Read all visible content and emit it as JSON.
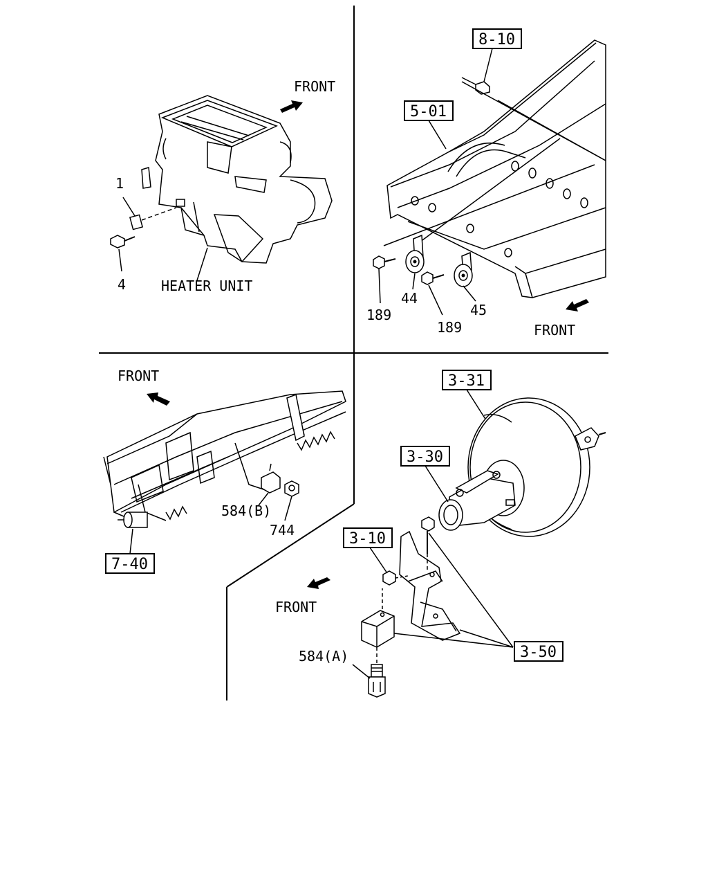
{
  "direction_label": "FRONT",
  "panels": {
    "top_left": {
      "callouts": [
        {
          "id": "callout-1",
          "text": "1"
        },
        {
          "id": "callout-4",
          "text": "4"
        }
      ],
      "component_label": "HEATER UNIT"
    },
    "top_right": {
      "refs": [
        {
          "id": "ref-8-10",
          "text": "8-10"
        },
        {
          "id": "ref-5-01",
          "text": "5-01"
        }
      ],
      "callouts": [
        {
          "id": "callout-189-a",
          "text": "189"
        },
        {
          "id": "callout-44",
          "text": "44"
        },
        {
          "id": "callout-189-b",
          "text": "189"
        },
        {
          "id": "callout-45",
          "text": "45"
        }
      ]
    },
    "bottom_left": {
      "refs": [
        {
          "id": "ref-7-40",
          "text": "7-40"
        }
      ],
      "callouts": [
        {
          "id": "callout-584b",
          "text": "584(B)"
        },
        {
          "id": "callout-744",
          "text": "744"
        }
      ]
    },
    "bottom_right": {
      "refs": [
        {
          "id": "ref-3-31",
          "text": "3-31"
        },
        {
          "id": "ref-3-30",
          "text": "3-30"
        },
        {
          "id": "ref-3-10",
          "text": "3-10"
        },
        {
          "id": "ref-3-50",
          "text": "3-50"
        }
      ],
      "callouts": [
        {
          "id": "callout-584a",
          "text": "584(A)"
        }
      ]
    }
  }
}
